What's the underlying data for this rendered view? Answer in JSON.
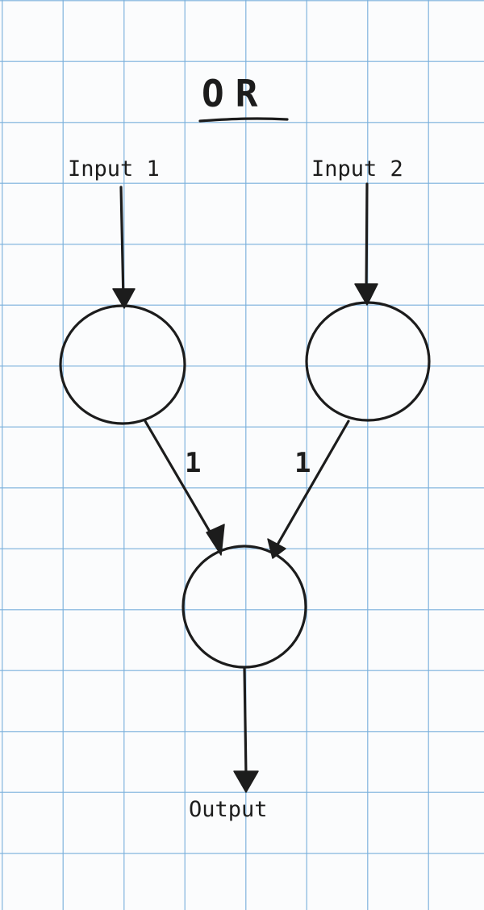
{
  "title": "OR",
  "nodes": {
    "input1": {
      "label": "Input 1"
    },
    "input2": {
      "label": "Input 2"
    },
    "output": {
      "label": "Output"
    }
  },
  "edges": {
    "input1_to_output": {
      "weight": "1"
    },
    "input2_to_output": {
      "weight": "1"
    }
  }
}
